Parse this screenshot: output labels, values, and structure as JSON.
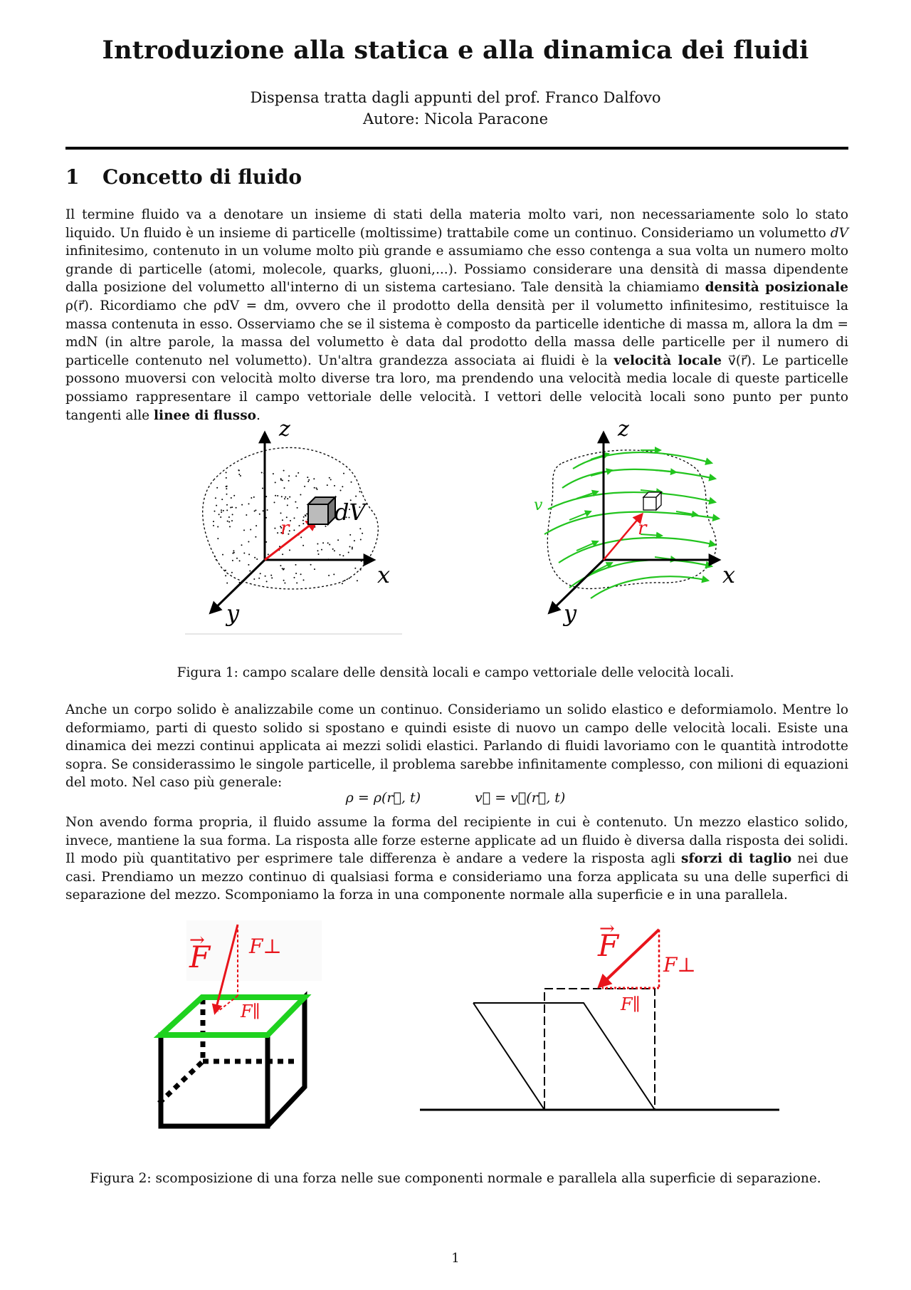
{
  "title": "Introduzione alla statica e alla dinamica dei fluidi",
  "subtitle_line1": "Dispensa tratta dagli appunti del prof. Franco Dalfovo",
  "subtitle_line2": "Autore: Nicola Paracone",
  "section": {
    "number": "1",
    "title": "Concetto di fluido"
  },
  "paragraph1": [
    "Il termine fluido va a denotare un insieme di stati della materia molto vari, non necessariamente solo lo stato liquido. Un fluido è un insieme di particelle (moltissime) trattabile come un continuo. Consideriamo un volumetto ",
    "dV",
    " infinitesimo, contenuto in un volume molto più grande e assumiamo che esso contenga a sua volta un numero molto grande di particelle (atomi, molecole, quarks, gluoni,...). Possiamo considerare una densità di massa dipendente dalla posizione del volumetto all'interno di un sistema cartesiano. Tale densità la chiamiamo ",
    "densità posizionale",
    " ρ(r⃗). Ricordiamo che ρdV = dm, ovvero che il prodotto della densità per il volumetto infinitesimo, restituisce la massa contenuta in esso. Osserviamo che se il sistema è composto da particelle identiche di massa m, allora la dm = mdN (in altre parole, la massa del volumetto è data dal prodotto della massa delle particelle per il numero di particelle contenuto nel volumetto). Un'altra grandezza associata ai fluidi è la ",
    "velocità locale",
    " v⃗(r⃗). Le particelle possono muoversi con velocità molto diverse tra loro, ma prendendo una velocità media locale di queste particelle possiamo rappresentare il campo vettoriale delle velocità. I vettori delle velocità locali sono punto per punto tangenti alle ",
    "linee di flusso",
    "."
  ],
  "figure1": {
    "left_labels": {
      "z": "z",
      "x": "x",
      "y": "y",
      "r": "r",
      "dV": "dV"
    },
    "right_labels": {
      "z": "z",
      "x": "x",
      "y": "y",
      "r": "r",
      "v": "v"
    },
    "caption": "Figura 1: campo scalare delle densità locali e campo vettoriale delle velocità locali."
  },
  "paragraph2": "Anche un corpo solido è analizzabile come un continuo. Consideriamo un solido elastico e deformiamolo. Mentre lo deformiamo, parti di questo solido si spostano e quindi esiste di nuovo un campo delle velocità locali. Esiste una dinamica dei mezzi continui applicata ai mezzi solidi elastici. Parlando di fluidi lavoriamo con le quantità introdotte sopra. Se considerassimo le singole particelle, il problema sarebbe infinitamente complesso, con milioni di equazioni del moto. Nel caso più generale:",
  "equation": {
    "left": "ρ = ρ(r⃗, t)",
    "right": "v⃗ = v⃗(r⃗, t)"
  },
  "paragraph3": [
    "Non avendo forma propria, il fluido assume la forma del recipiente in cui è contenuto. Un mezzo elastico solido, invece, mantiene la sua forma. La risposta alle forze esterne applicate ad un fluido è diversa dalla risposta dei solidi. Il modo più quantitativo per esprimere tale differenza è andare a vedere la risposta agli ",
    "sforzi di taglio",
    " nei due casi. Prendiamo un mezzo continuo di qualsiasi forma e consideriamo una forza applicata su una delle superfici di separazione del mezzo. Scomponiamo la forza in una componente normale alla superficie e in una parallela."
  ],
  "figure2": {
    "labels": {
      "F": "F",
      "F_perp": "F⊥",
      "F_par": "F∥"
    },
    "caption": "Figura 2: scomposizione di una forza nelle sue componenti normale e parallela alla superficie di separazione."
  },
  "page_number": "1",
  "colors": {
    "vector_red": "#e8141b",
    "flow_green": "#22c41e",
    "surface_green": "#1fd21f"
  }
}
